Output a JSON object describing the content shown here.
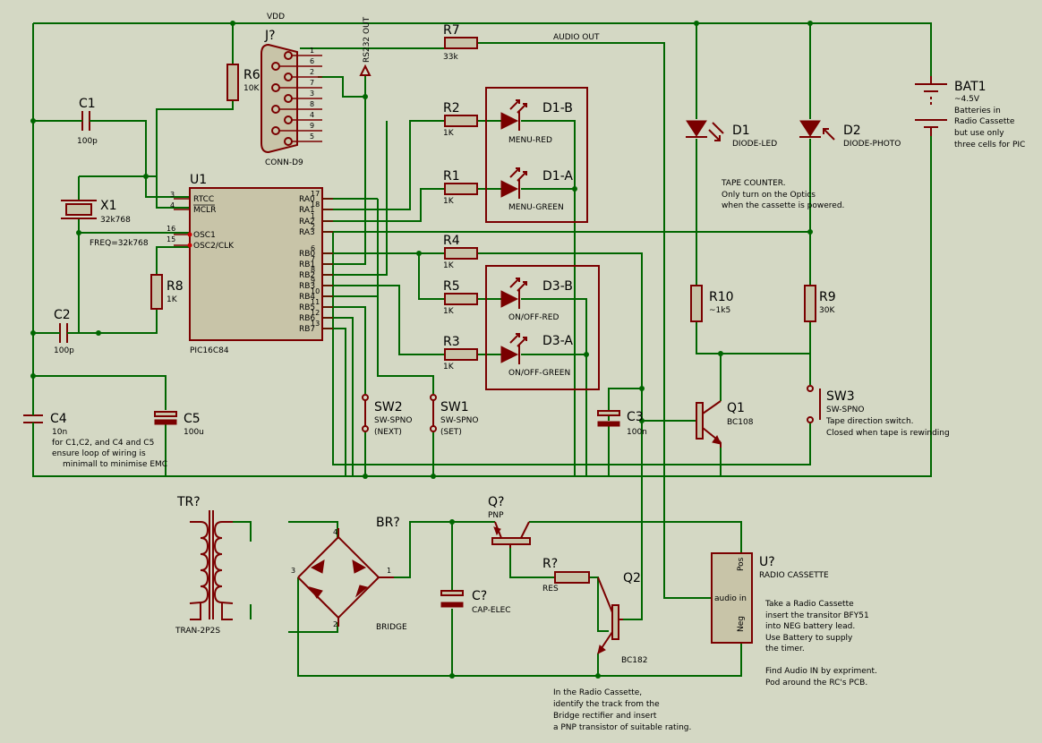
{
  "labels": {
    "vdd": "VDD",
    "rs232_out": "RS232 OUT",
    "audio_out": "AUDIO OUT",
    "j": {
      "ref": "J?",
      "value": "CONN-D9",
      "pins": [
        "1",
        "6",
        "2",
        "7",
        "3",
        "8",
        "4",
        "9",
        "5"
      ]
    },
    "u1": {
      "ref": "U1",
      "value": "PIC16C84",
      "left_pins": [
        {
          "num": "3",
          "name": "RTCC"
        },
        {
          "num": "4",
          "name": "MCLR"
        },
        {
          "num": "16",
          "name": "OSC1"
        },
        {
          "num": "15",
          "name": "OSC2/CLK"
        }
      ],
      "right_pins": [
        {
          "num": "17",
          "name": "RA0"
        },
        {
          "num": "18",
          "name": "RA1"
        },
        {
          "num": "1",
          "name": "RA2"
        },
        {
          "num": "2",
          "name": "RA3"
        },
        {
          "num": "6",
          "name": "RB0"
        },
        {
          "num": "7",
          "name": "RB1"
        },
        {
          "num": "8",
          "name": "RB2"
        },
        {
          "num": "9",
          "name": "RB3"
        },
        {
          "num": "10",
          "name": "RB4"
        },
        {
          "num": "11",
          "name": "RB5"
        },
        {
          "num": "12",
          "name": "RB6"
        },
        {
          "num": "13",
          "name": "RB7"
        }
      ]
    },
    "r6": {
      "ref": "R6",
      "value": "10K"
    },
    "r7": {
      "ref": "R7",
      "value": "33k"
    },
    "r2": {
      "ref": "R2",
      "value": "1K"
    },
    "r1": {
      "ref": "R1",
      "value": "1K"
    },
    "r4": {
      "ref": "R4",
      "value": "1K"
    },
    "r5": {
      "ref": "R5",
      "value": "1K"
    },
    "r3": {
      "ref": "R3",
      "value": "1K"
    },
    "r8": {
      "ref": "R8",
      "value": "1K"
    },
    "r10": {
      "ref": "R10",
      "value": "~1k5"
    },
    "r9": {
      "ref": "R9",
      "value": "30K"
    },
    "rq": {
      "ref": "R?",
      "value": "RES"
    },
    "c1": {
      "ref": "C1",
      "value": "100p"
    },
    "c2": {
      "ref": "C2",
      "value": "100p"
    },
    "c3": {
      "ref": "C3",
      "value": "100n"
    },
    "c4": {
      "ref": "C4",
      "value": "10n"
    },
    "c5": {
      "ref": "C5",
      "value": "100u"
    },
    "cq": {
      "ref": "C?",
      "value": "CAP-ELEC"
    },
    "x1": {
      "ref": "X1",
      "value": "32k768",
      "freq": "FREQ=32k768"
    },
    "d1b": {
      "ref": "D1-B",
      "value": "MENU-RED"
    },
    "d1a": {
      "ref": "D1-A",
      "value": "MENU-GREEN"
    },
    "d3b": {
      "ref": "D3-B",
      "value": "ON/OFF-RED"
    },
    "d3a": {
      "ref": "D3-A",
      "value": "ON/OFF-GREEN"
    },
    "d1": {
      "ref": "D1",
      "value": "DIODE-LED"
    },
    "d2": {
      "ref": "D2",
      "value": "DIODE-PHOTO"
    },
    "bat1": {
      "ref": "BAT1",
      "value": "~4.5V",
      "note": [
        "Batteries in",
        "Radio Cassette",
        "but use only",
        "three cells for PIC"
      ]
    },
    "tape_counter": [
      "TAPE COUNTER.",
      "Only turn on the Optics",
      "when the cassette is powered."
    ],
    "q1": {
      "ref": "Q1",
      "value": "BC108"
    },
    "q2": {
      "ref": "Q2",
      "value": "BC182"
    },
    "qq": {
      "ref": "Q?",
      "value": "PNP"
    },
    "sw1": {
      "ref": "SW1",
      "value": "SW-SPNO",
      "note": "(SET)"
    },
    "sw2": {
      "ref": "SW2",
      "value": "SW-SPNO",
      "note": "(NEXT)"
    },
    "sw3": {
      "ref": "SW3",
      "value": "SW-SPNO",
      "note": [
        "Tape direction switch.",
        "Closed when tape is rewinding"
      ]
    },
    "c4_note": [
      "for C1,C2, and C4 and C5",
      "ensure loop of wiring is",
      "minimall to minimise EMC"
    ],
    "tr": {
      "ref": "TR?",
      "value": "TRAN-2P2S"
    },
    "br": {
      "ref": "BR?",
      "value": "BRIDGE",
      "pins": [
        "4",
        "3",
        "1",
        "2"
      ]
    },
    "uq": {
      "ref": "U?",
      "value": "RADIO CASSETTE",
      "pins": [
        "Pos",
        "audio in",
        "Neg"
      ]
    },
    "cassette_note": [
      "Take a Radio Cassette",
      "insert the transitor BFY51",
      "into NEG battery lead.",
      "Use Battery to supply",
      "the timer.",
      "",
      "Find Audio IN by expriment.",
      "Pod around the RC's PCB."
    ],
    "bridge_note": [
      "In the Radio Cassette,",
      "identify the track from the",
      "Bridge rectifier and insert",
      " a PNP transistor of suitable rating."
    ]
  }
}
